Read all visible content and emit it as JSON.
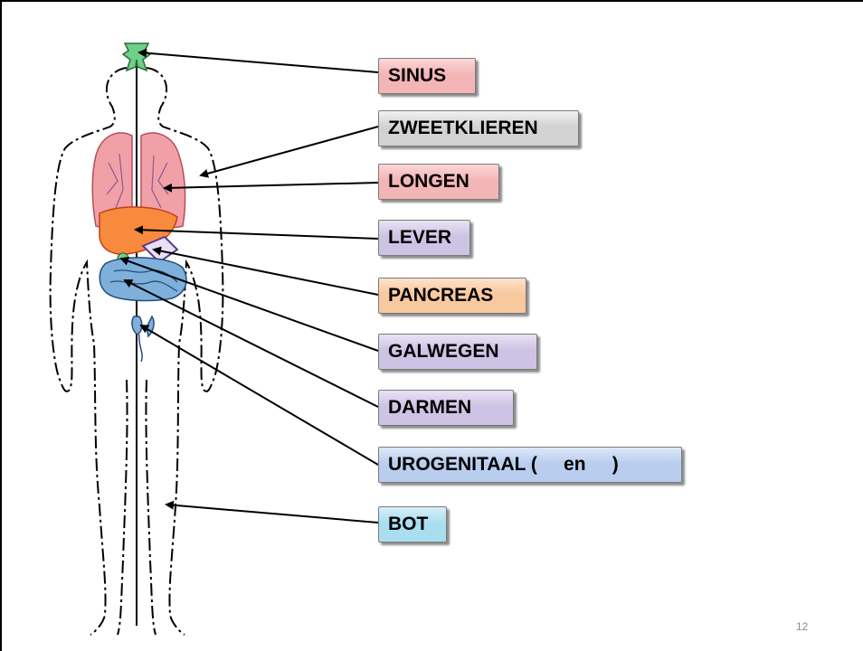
{
  "labels": [
    {
      "id": "sinus",
      "text": "SINUS",
      "color": "#f4b5b7",
      "top": "#fbd6d7"
    },
    {
      "id": "zweetklieren",
      "text": "ZWEETKLIEREN",
      "color": "#d2d2d2",
      "top": "#f1f1f1"
    },
    {
      "id": "longen",
      "text": "LONGEN",
      "color": "#f4b5b7",
      "top": "#fbd6d7"
    },
    {
      "id": "lever",
      "text": "LEVER",
      "color": "#cdc3e4",
      "top": "#e9e3f4"
    },
    {
      "id": "pancreas",
      "text": "PANCREAS",
      "color": "#f8c89e",
      "top": "#fde3cc"
    },
    {
      "id": "galwegen",
      "text": "GALWEGEN",
      "color": "#cdc3e4",
      "top": "#e9e3f4"
    },
    {
      "id": "darmen",
      "text": "DARMEN",
      "color": "#cdc3e4",
      "top": "#e9e3f4"
    },
    {
      "id": "urogenitaal",
      "text": "UROGENITAAL (     en     )",
      "color": "#b9cdee",
      "top": "#dde8f8"
    },
    {
      "id": "bot",
      "text": "BOT",
      "color": "#a9def0",
      "top": "#d6f0f8"
    }
  ],
  "colors": {
    "lungs": "#f2a0a8",
    "liver": "#f78a3c",
    "intestine": "#7fb0dc",
    "sinus": "#6fd08a",
    "outline": "#000000"
  },
  "slide_number": "12"
}
